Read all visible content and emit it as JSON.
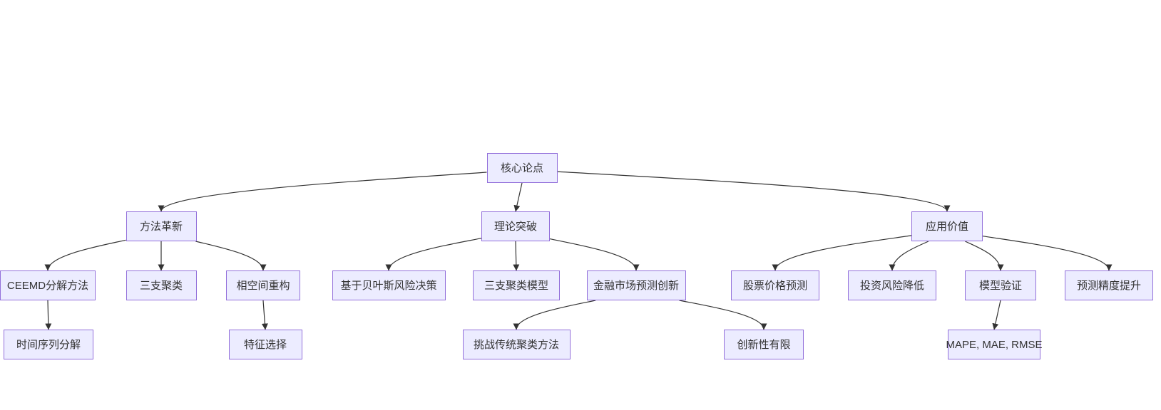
{
  "diagram": {
    "type": "flowchart-top-down",
    "root_id": "core",
    "nodes": [
      {
        "id": "core",
        "label": "核心论点"
      },
      {
        "id": "method",
        "label": "方法革新"
      },
      {
        "id": "theory",
        "label": "理论突破"
      },
      {
        "id": "application",
        "label": "应用价值"
      },
      {
        "id": "ceemd",
        "label": "CEEMD分解方法"
      },
      {
        "id": "three_way",
        "label": "三支聚类"
      },
      {
        "id": "phase_space",
        "label": "相空间重构"
      },
      {
        "id": "bayes",
        "label": "基于贝叶斯风险决策"
      },
      {
        "id": "three_way_model",
        "label": "三支聚类模型"
      },
      {
        "id": "finance",
        "label": "金融市场预测创新"
      },
      {
        "id": "stock",
        "label": "股票价格预测"
      },
      {
        "id": "risk",
        "label": "投资风险降低"
      },
      {
        "id": "validation",
        "label": "模型验证"
      },
      {
        "id": "precision",
        "label": "预测精度提升"
      },
      {
        "id": "time_series",
        "label": "时间序列分解"
      },
      {
        "id": "feature",
        "label": "特征选择"
      },
      {
        "id": "challenge",
        "label": "挑战传统聚类方法"
      },
      {
        "id": "limited",
        "label": "创新性有限"
      },
      {
        "id": "mape",
        "label": "MAPE, MAE, RMSE"
      }
    ],
    "edges": [
      {
        "from": "core",
        "to": "method"
      },
      {
        "from": "core",
        "to": "theory"
      },
      {
        "from": "core",
        "to": "application"
      },
      {
        "from": "method",
        "to": "ceemd"
      },
      {
        "from": "method",
        "to": "three_way"
      },
      {
        "from": "method",
        "to": "phase_space"
      },
      {
        "from": "theory",
        "to": "bayes"
      },
      {
        "from": "theory",
        "to": "three_way_model"
      },
      {
        "from": "theory",
        "to": "finance"
      },
      {
        "from": "application",
        "to": "stock"
      },
      {
        "from": "application",
        "to": "risk"
      },
      {
        "from": "application",
        "to": "validation"
      },
      {
        "from": "application",
        "to": "precision"
      },
      {
        "from": "ceemd",
        "to": "time_series"
      },
      {
        "from": "phase_space",
        "to": "feature"
      },
      {
        "from": "finance",
        "to": "challenge"
      },
      {
        "from": "finance",
        "to": "limited"
      },
      {
        "from": "validation",
        "to": "mape"
      }
    ],
    "colors": {
      "node_fill": "#ECECFF",
      "node_border": "#9370DB",
      "text": "#333333",
      "edge": "#333333",
      "background": "#ffffff"
    }
  }
}
